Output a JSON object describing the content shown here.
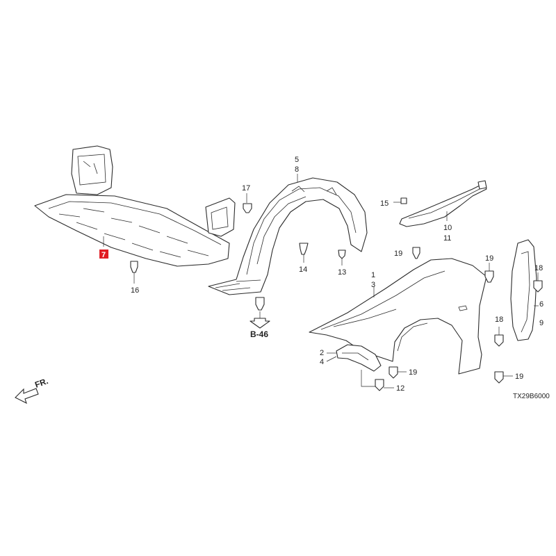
{
  "diagram": {
    "drawing_code": "TX29B6000",
    "reference": "B-46",
    "front_label": "FR.",
    "highlight_color": "#e11b22",
    "callouts": {
      "p7": "7",
      "p16": "16",
      "p17": "17",
      "p5": "5",
      "p8": "8",
      "p14": "14",
      "p13": "13",
      "p15": "15",
      "p10": "10",
      "p11": "11",
      "p19a": "19",
      "p1": "1",
      "p3": "3",
      "p19b": "19",
      "p18a": "18",
      "p6": "6",
      "p9": "9",
      "p18b": "18",
      "p2": "2",
      "p4": "4",
      "p19c": "19",
      "p12": "12",
      "p19d": "19"
    }
  }
}
